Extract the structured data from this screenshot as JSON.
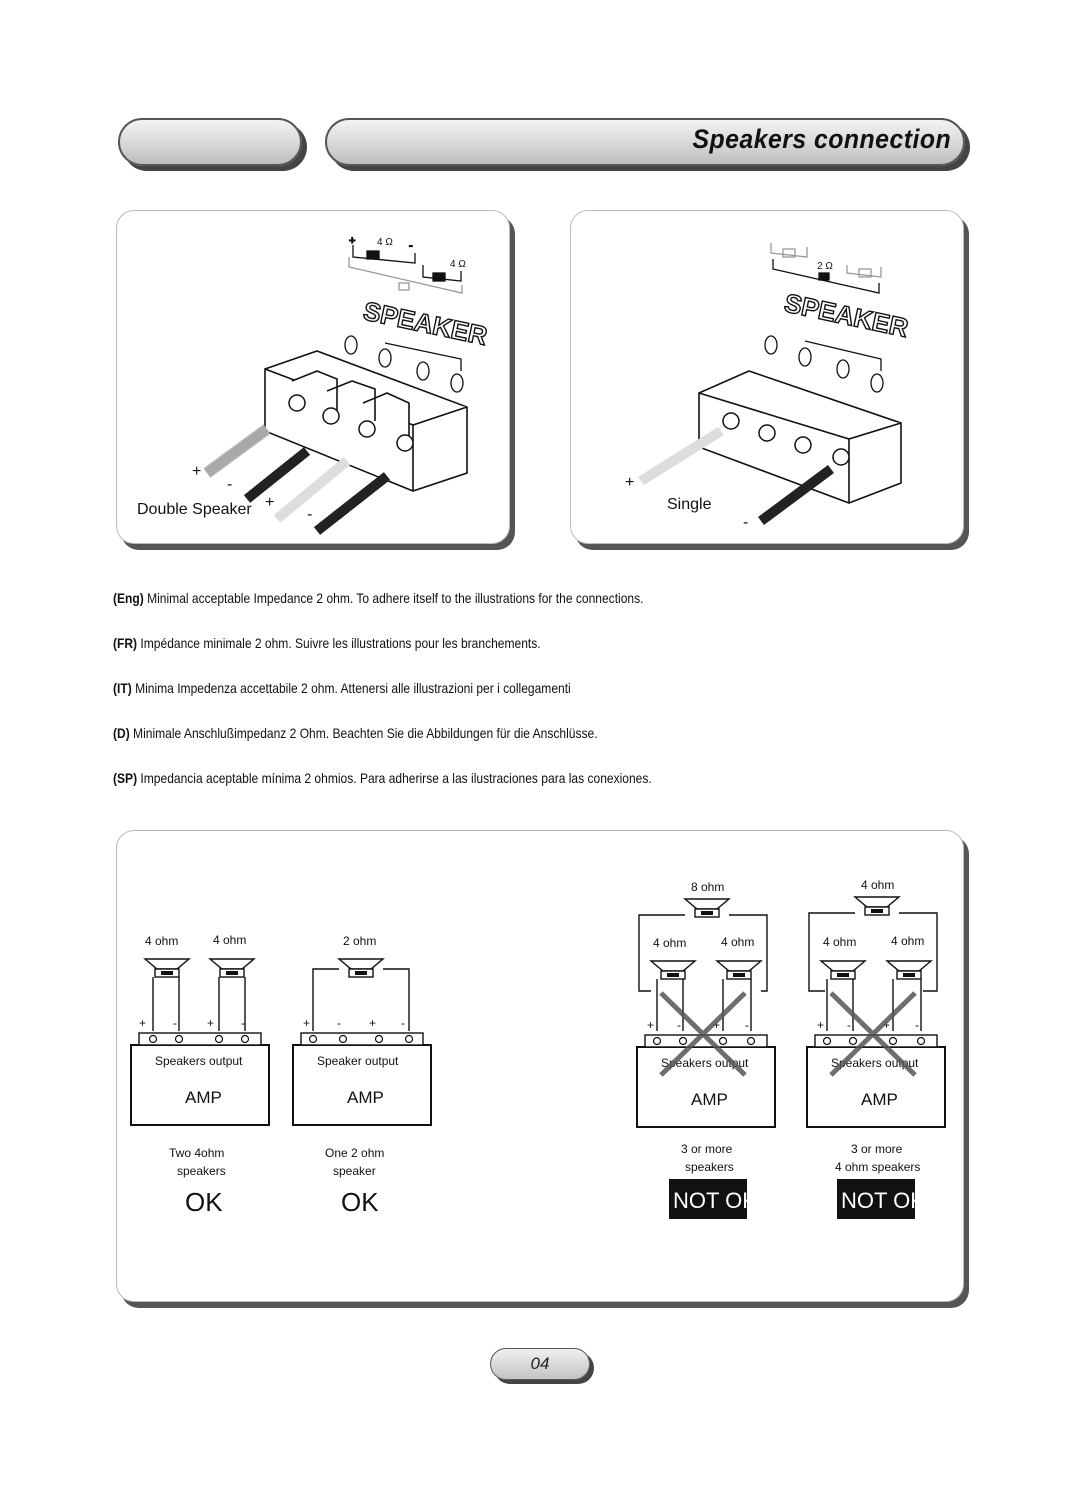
{
  "header": {
    "title": "Speakers connection"
  },
  "panels": {
    "double": {
      "caption": "Double Speaker",
      "label_speaker": "SPEAKER",
      "ohm_left": "4 Ω",
      "ohm_right": "4 Ω",
      "plus": "+",
      "minus": "-"
    },
    "single": {
      "caption": "Single",
      "label_speaker": "SPEAKER",
      "ohm": "2 Ω",
      "plus": "+",
      "minus": "-"
    }
  },
  "instructions": [
    {
      "tag": "(Eng)",
      "text": "Minimal acceptable Impedance 2 ohm. To adhere itself to the illustrations for the connections."
    },
    {
      "tag": "(FR)",
      "text": "Impédance minimale 2 ohm. Suivre les illustrations pour les branchements."
    },
    {
      "tag": "(IT)",
      "text": "Minima Impedenza accettabile 2 ohm. Attenersi alle illustrazioni per i collegamenti"
    },
    {
      "tag": "(D)",
      "text": "Minimale Anschlußimpedanz 2 Ohm. Beachten Sie die Abbildungen für die Anschlüsse."
    },
    {
      "tag": "(SP)",
      "text": "Impedancia aceptable mínima 2 ohmios. Para adherirse a las ilustraciones para las conexiones."
    }
  ],
  "amp_diagrams": [
    {
      "speaker_labels": [
        "4 ohm",
        "4 ohm"
      ],
      "output_label": "Speakers output",
      "amp": "AMP",
      "desc": [
        "Two  4ohm",
        "speakers"
      ],
      "verdict": "OK"
    },
    {
      "speaker_labels": [
        "2 ohm"
      ],
      "output_label": "Speaker output",
      "amp": "AMP",
      "desc": [
        "One 2 ohm",
        "speaker"
      ],
      "verdict": "OK"
    },
    {
      "speaker_labels": [
        "8 ohm",
        "4 ohm",
        "4 ohm"
      ],
      "output_label": "Speakers output",
      "amp": "AMP",
      "desc": [
        "3 or more",
        "speakers"
      ],
      "verdict": "NOT OK"
    },
    {
      "speaker_labels": [
        "4 ohm",
        "4 ohm",
        "4 ohm"
      ],
      "output_label": "Speakers output",
      "amp": "AMP",
      "desc": [
        "3 or more",
        "4 ohm speakers"
      ],
      "verdict": "NOT OK"
    }
  ],
  "terminal_signs": {
    "plus": "+",
    "minus": "-"
  },
  "page_number": "04"
}
